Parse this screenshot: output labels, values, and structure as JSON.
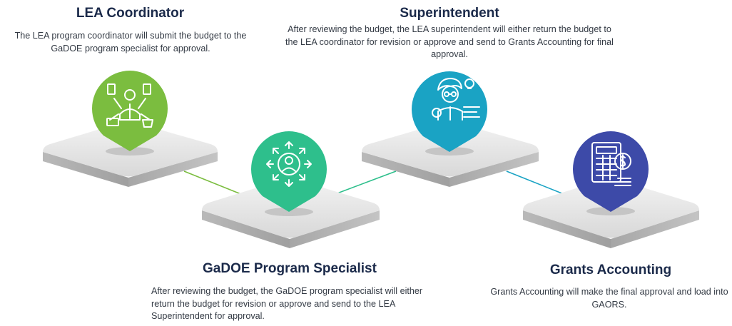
{
  "steps": [
    {
      "id": "lea-coordinator",
      "title": "LEA Coordinator",
      "description": "The LEA program coordinator will submit the budget to the GaDOE program specialist for approval.",
      "icon": "multitasking-person-icon",
      "color": "#7bbd3f"
    },
    {
      "id": "gadoe-program-specialist",
      "title": "GaDOE Program Specialist",
      "description": "After reviewing the budget, the GaDOE program specialist will either return the budget for revision or approve and send to the LEA Superintendent for approval.",
      "icon": "user-arrows-icon",
      "color": "#2ebf8c"
    },
    {
      "id": "superintendent",
      "title": "Superintendent",
      "description": "After reviewing the budget, the LEA superintendent will either return the budget to the LEA coordinator for revision or approve and send to Grants Accounting for final approval.",
      "icon": "thinking-person-icon",
      "color": "#1aa3c4"
    },
    {
      "id": "grants-accounting",
      "title": "Grants Accounting",
      "description": "Grants Accounting will make the final approval and load into GAORS.",
      "icon": "calculator-coins-icon",
      "color": "#3d4aa8"
    }
  ]
}
